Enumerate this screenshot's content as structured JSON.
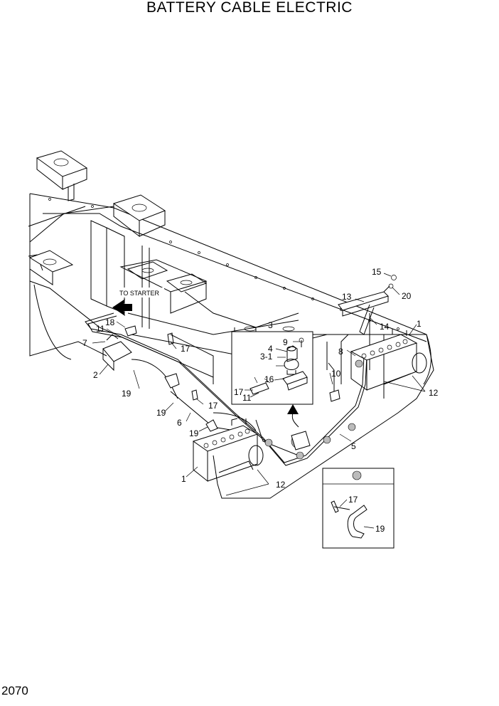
{
  "title": "BATTERY CABLE ELECTRIC",
  "page_number": "2070",
  "callouts": {
    "to_starter": "TO STARTER",
    "c1a": "1",
    "c1b": "1",
    "c2": "2",
    "c3": "3",
    "c3_1": "3-1",
    "c4": "4",
    "c5": "5",
    "c6": "6",
    "c7": "7",
    "c8": "8",
    "c9": "9",
    "c10": "10",
    "c11a": "11",
    "c11b": "11",
    "c12a": "12",
    "c12b": "12",
    "c13": "13",
    "c14": "14",
    "c15": "15",
    "c16": "16",
    "c17a": "17",
    "c17b": "17",
    "c17c": "17",
    "c17d": "17",
    "c18": "18",
    "c19a": "19",
    "c19b": "19",
    "c19c": "19",
    "c19d": "19",
    "c20": "20"
  }
}
